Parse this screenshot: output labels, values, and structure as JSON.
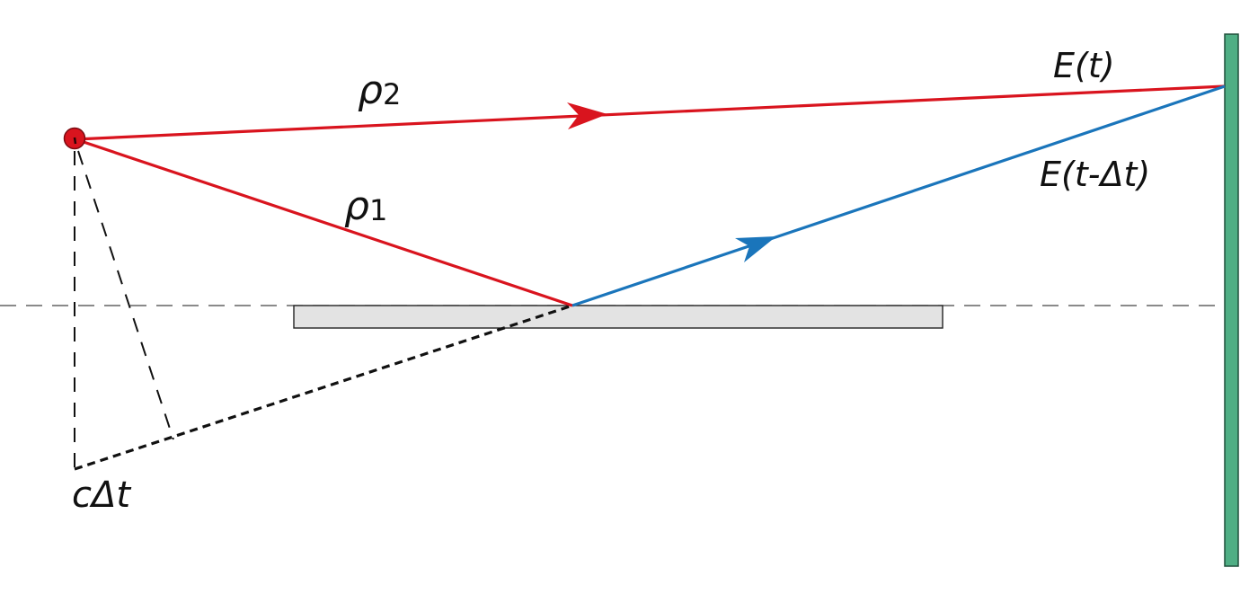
{
  "labels": {
    "rho2": {
      "symbol": "ρ",
      "subscript": "2"
    },
    "rho1": {
      "symbol": "ρ",
      "subscript": "1"
    },
    "field_t": "E(t)",
    "field_delayed": "E(t-Δt)",
    "path_difference": "cΔt"
  },
  "colors": {
    "direct_ray": "#d9141e",
    "reflected_ray": "#1a75bb",
    "source": "#d9141e",
    "screen_fill": "#4fae84",
    "screen_stroke": "#1f4f3a",
    "mirror_fill": "#e3e3e3",
    "mirror_stroke": "#222222",
    "construction_lines": "#111111"
  }
}
